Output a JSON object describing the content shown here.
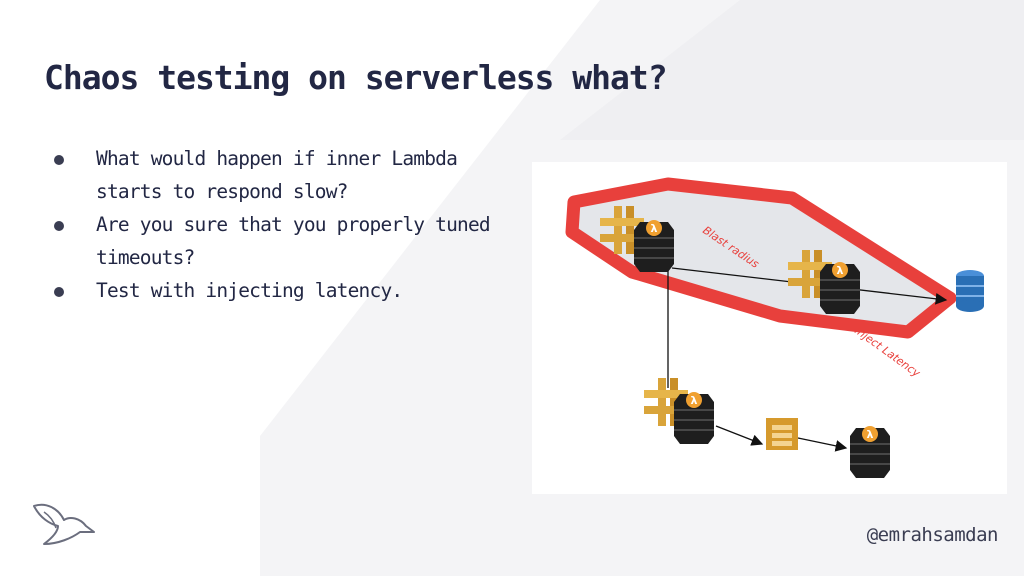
{
  "slide": {
    "title": "Chaos testing on serverless what?",
    "bullets": [
      "What would happen if inner Lambda starts to respond slow?",
      "Are you sure that you properly tuned timeouts?",
      "Test with injecting latency."
    ],
    "handle": "@emrahsamdan"
  },
  "diagram": {
    "blast_label": "Blast radius",
    "latency_label": "Inject Latency"
  },
  "colors": {
    "title": "#222744",
    "blast_border": "#e8403c",
    "blast_fill": "#e4e6ea",
    "gateway": "#d9a43a",
    "lambda_stack": "#222222",
    "dynamodb": "#2a6fb5",
    "sqs": "#d69a2d"
  },
  "icons": [
    "api-gateway-icon",
    "lambda-icon",
    "dynamodb-icon",
    "sqs-icon",
    "bird-logo-icon"
  ]
}
